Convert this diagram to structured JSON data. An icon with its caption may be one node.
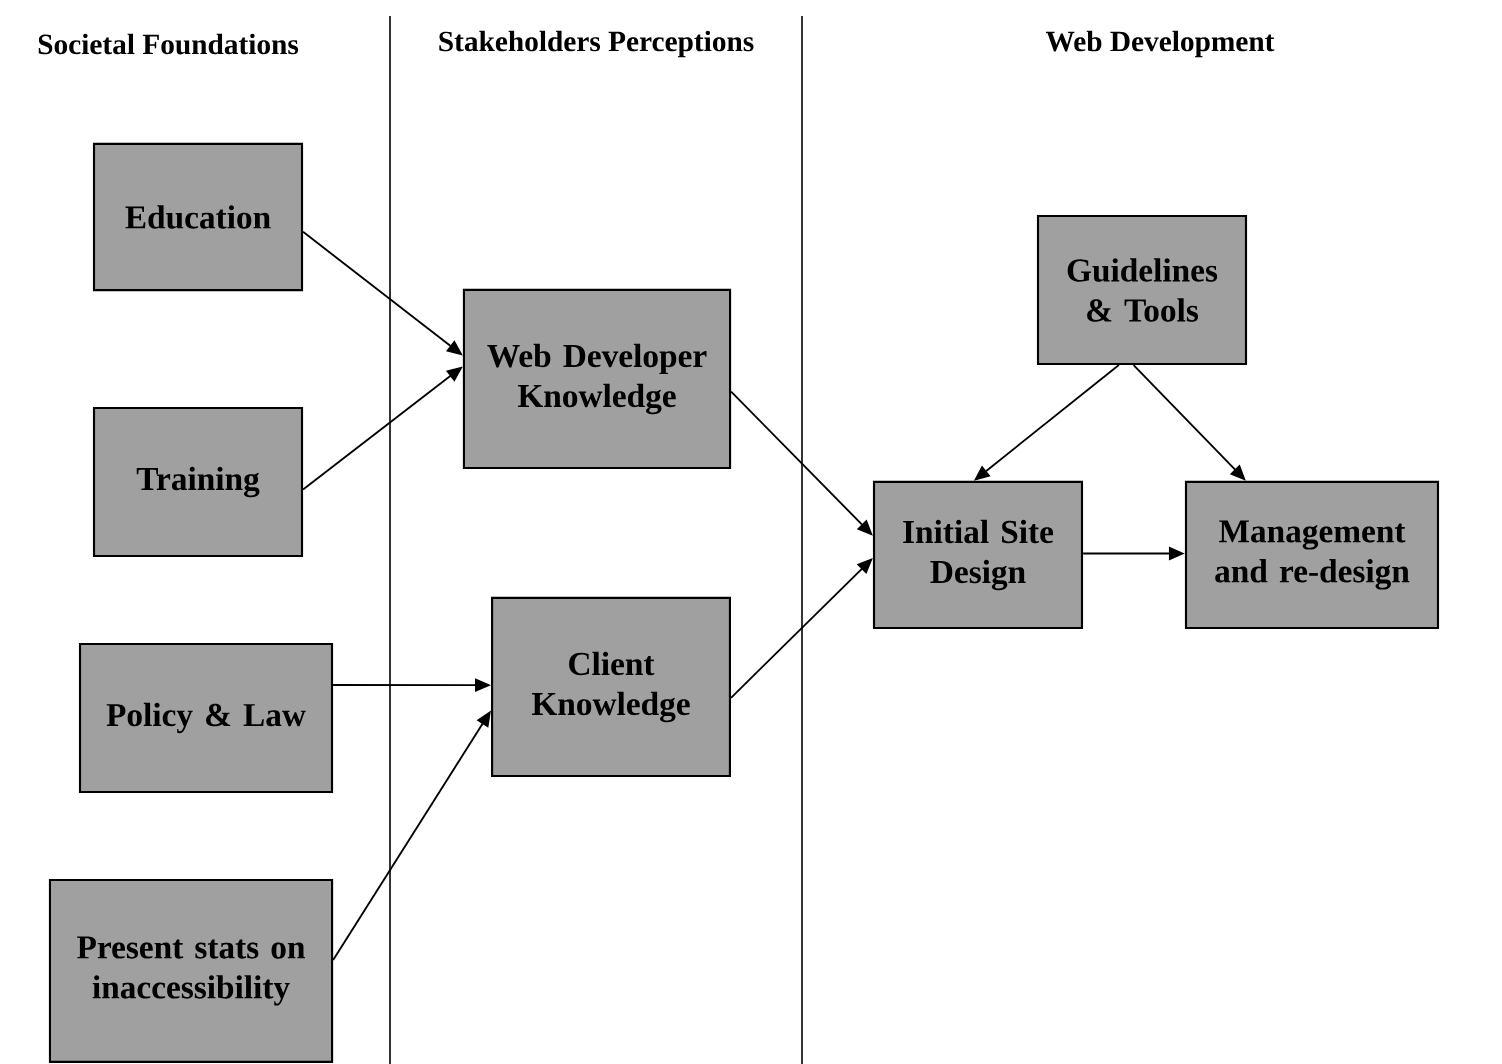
{
  "diagram": {
    "nodes": [
      {
        "text": [
          "Education"
        ]
      },
      {
        "text": [
          "Training"
        ]
      },
      {
        "text": [
          "Policy & Law"
        ]
      },
      {
        "text": [
          "Present stats on inaccessibility"
        ]
      },
      {
        "text": [
          "Web Developer Knowledge"
        ]
      },
      {
        "text": [
          "Client Knowledge"
        ]
      },
      {
        "text": [
          "Guidelines & Tools"
        ]
      },
      {
        "text": [
          "Initial Site Design"
        ]
      },
      {
        "text": [
          "Management and re-design"
        ]
      }
    ],
    "edges": [
      {
        "from": 0,
        "to": 4,
        "arrow": "to"
      },
      {
        "from": 1,
        "to": 4,
        "arrow": "to"
      },
      {
        "from": 2,
        "to": 5,
        "arrow": "to"
      },
      {
        "from": 3,
        "to": 5,
        "arrow": "to"
      },
      {
        "from": 4,
        "to": 7,
        "arrow": "to"
      },
      {
        "from": 5,
        "to": 7,
        "arrow": "to"
      },
      {
        "from": 6,
        "to": 7,
        "arrow": "to"
      },
      {
        "from": 6,
        "to": 8,
        "arrow": "to"
      },
      {
        "from": 7,
        "to": 8,
        "arrow": "to"
      }
    ],
    "labels": [
      "Societal Foundations",
      "Stakeholders Perceptions",
      "Web Development"
    ]
  }
}
